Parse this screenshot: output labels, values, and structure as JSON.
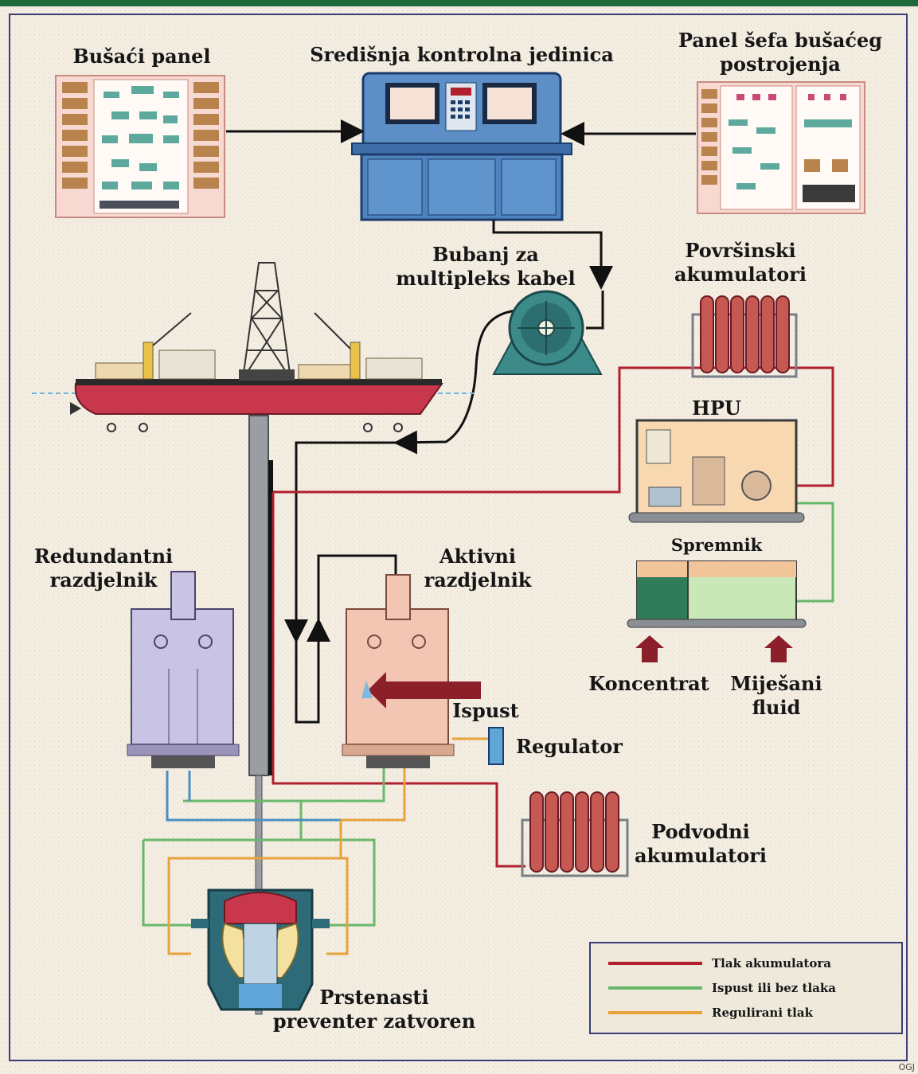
{
  "labels": {
    "drilling_panel": "Bušaći panel",
    "central_unit": "Središnja kontrolna jedinica",
    "rig_chief_panel": "Panel šefa bušaćeg\npostrojenja",
    "cable_drum": "Bubanj za\nmultipleks kabel",
    "surface_accumulators": "Površinski\nakumulatori",
    "hpu": "HPU",
    "tank": "Spremnik",
    "redundant_pod": "Redundantni\nrazdjelnik",
    "active_pod": "Aktivni\nrazdjelnik",
    "vent": "Ispust",
    "regulator": "Regulator",
    "concentrate": "Koncentrat",
    "mixed_fluid": "Miješani\nfluid",
    "subsea_accumulators": "Podvodni\nakumulatori",
    "annular_preventer": "Prstenasti\npreventer zatvoren"
  },
  "legend": [
    {
      "label": "Tlak akumulatora",
      "color": "#b21f2d"
    },
    {
      "label": "Ispust ili bez tlaka",
      "color": "#69b86a"
    },
    {
      "label": "Regulirani tlak",
      "color": "#e8a23a"
    }
  ],
  "credit": "OGJ",
  "colors": {
    "frame": "#1d6b3a",
    "accumulator_line": "#b21f2d",
    "vent_line": "#69b86a",
    "regulated_line": "#e8a23a",
    "blue_line": "#4a8fc4",
    "control_line": "#111111"
  }
}
